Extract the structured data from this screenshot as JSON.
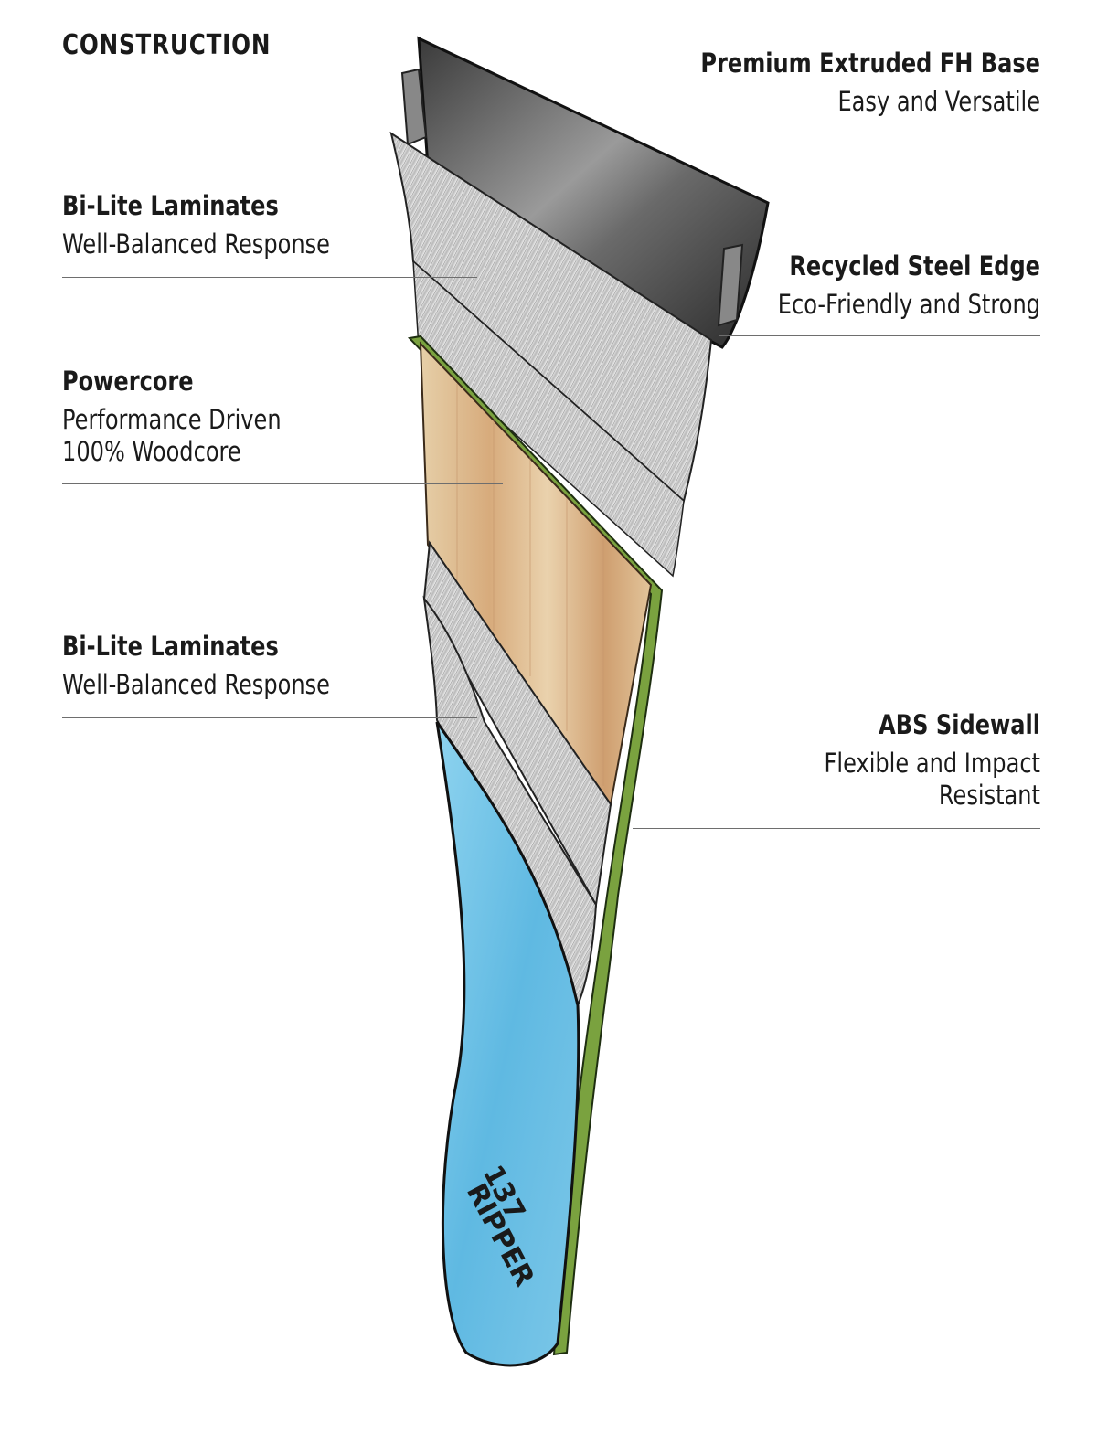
{
  "title": "CONSTRUCTION",
  "layers": {
    "base": {
      "name": "Premium Extruded FH Base",
      "description": "Easy and Versatile"
    },
    "edge": {
      "name": "Recycled Steel Edge",
      "description": "Eco-Friendly and Strong"
    },
    "laminates_top": {
      "name": "Bi-Lite Laminates",
      "description": "Well-Balanced Response"
    },
    "powercore": {
      "name": "Powercore",
      "description": "Performance Driven\n100% Woodcore"
    },
    "laminates_bottom": {
      "name": "Bi-Lite Laminates",
      "description": "Well-Balanced Response"
    },
    "sidewall": {
      "name": "ABS Sidewall",
      "description": "Flexible and Impact\nResistant"
    }
  },
  "board_graphic": {
    "model": "RIPPER",
    "size": "137"
  },
  "colors": {
    "base": "#2b2b2b",
    "laminate": "#cfcfcf",
    "woodcore": "#d9b58a",
    "sidewall": "#7aa23f",
    "topsheet": "#7cc7e8",
    "leader_line": "#6e6e6e"
  }
}
